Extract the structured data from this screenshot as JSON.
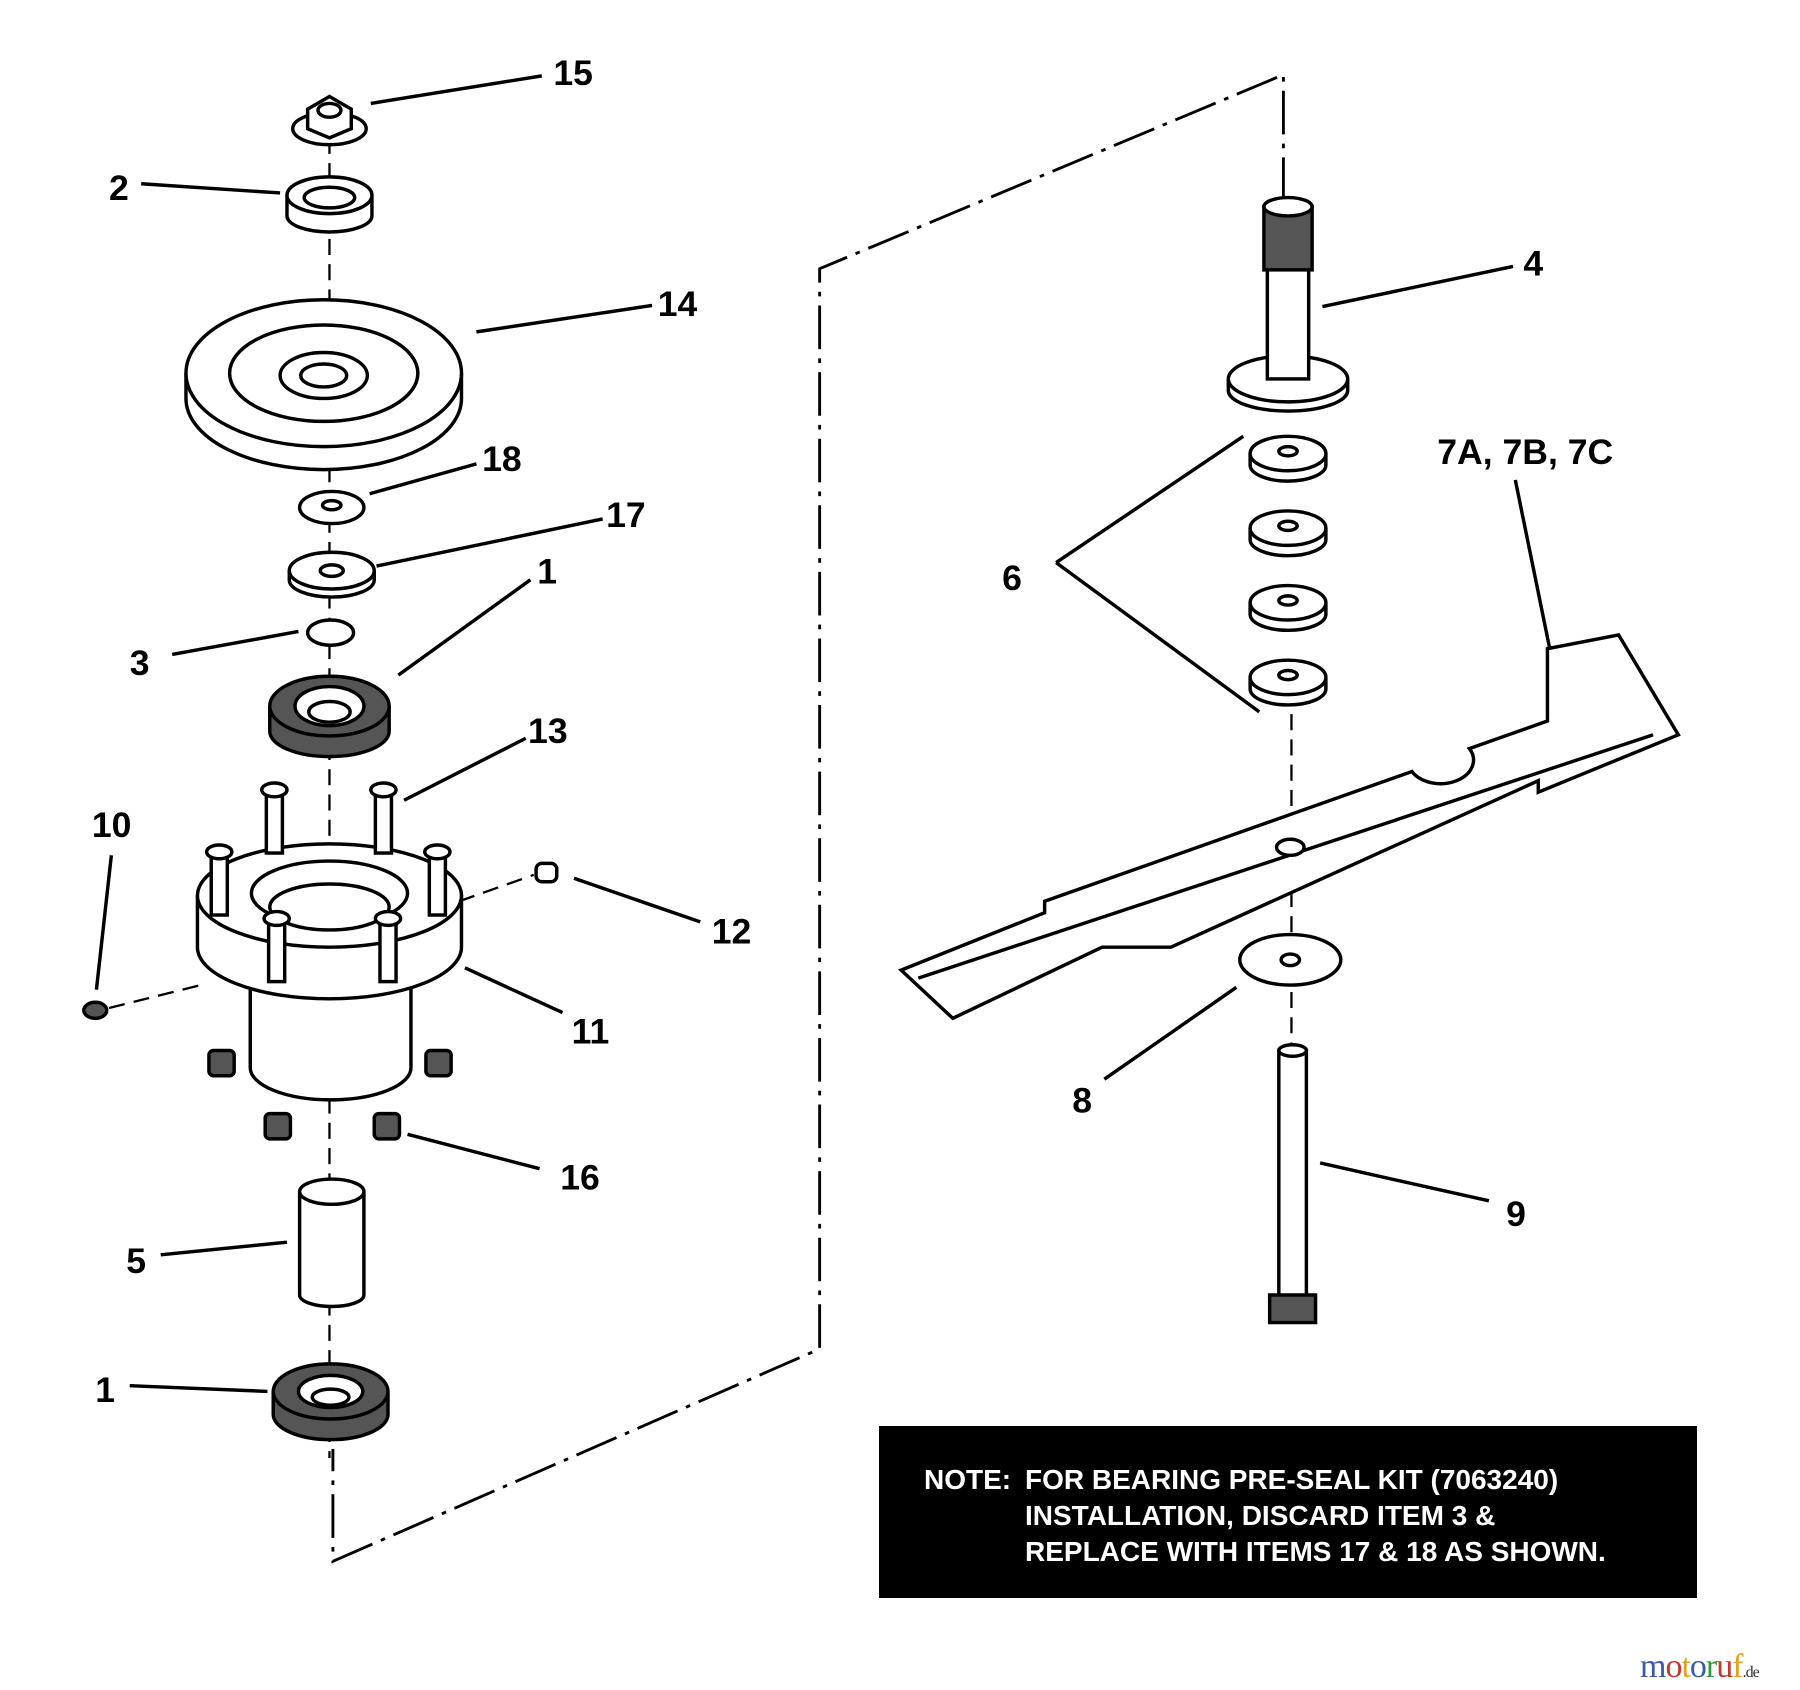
{
  "labels": {
    "l15": "15",
    "l2": "2",
    "l14": "14",
    "l18": "18",
    "l17": "17",
    "l1a": "1",
    "l3": "3",
    "l13": "13",
    "l10": "10",
    "l12": "12",
    "l11": "11",
    "l16": "16",
    "l5": "5",
    "l1b": "1",
    "l4": "4",
    "l7": "7A, 7B, 7C",
    "l6": "6",
    "l8": "8",
    "l9": "9"
  },
  "note": {
    "prefix": "NOTE:",
    "line1": "FOR BEARING PRE-SEAL KIT (7063240)",
    "line2": "INSTALLATION, DISCARD ITEM 3 &",
    "line3": "REPLACE WITH ITEMS 17 & 18 AS SHOWN."
  },
  "watermark": {
    "main": "motoruf",
    "suffix": ".de"
  },
  "colors": {
    "ink": "#000000",
    "background": "#ffffff",
    "note_bg": "#000000",
    "note_text": "#ffffff"
  }
}
